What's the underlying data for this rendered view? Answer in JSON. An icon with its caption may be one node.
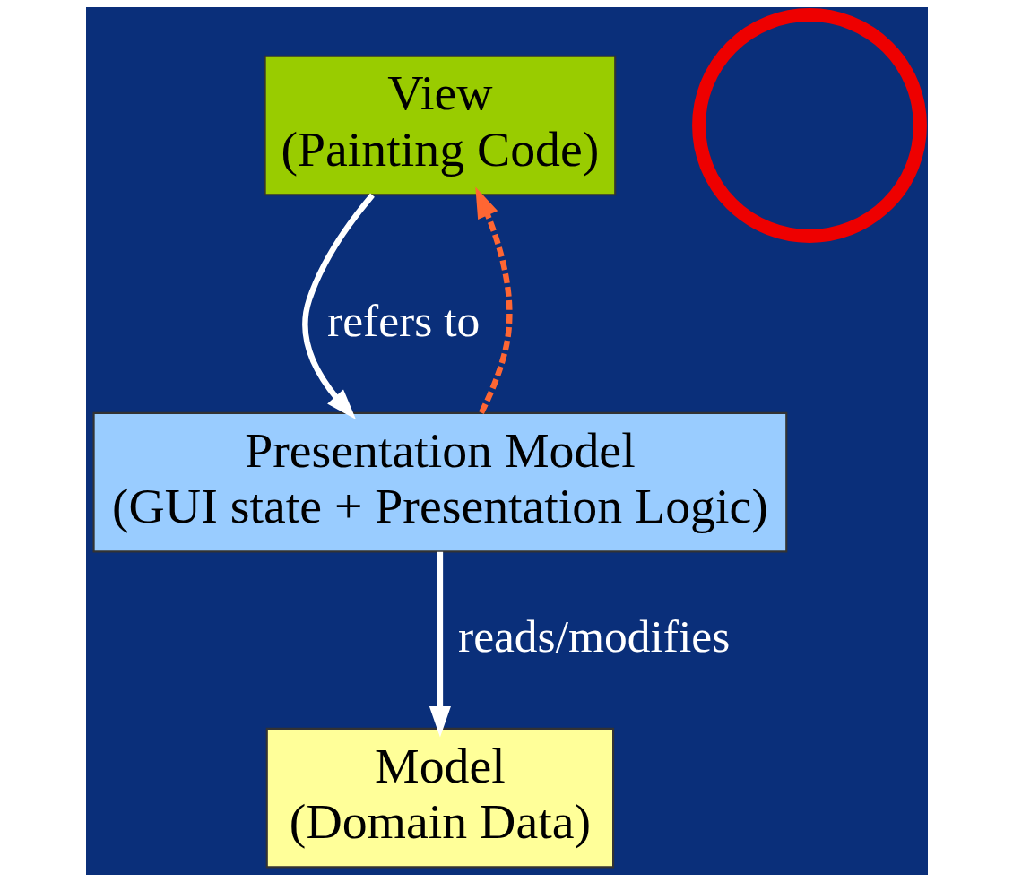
{
  "diagram": {
    "nodes": [
      {
        "text": [
          "View",
          "(Painting Code)"
        ]
      },
      {
        "text": [
          "Presentation Model",
          "(GUI state + Presentation Logic)"
        ]
      },
      {
        "text": [
          "Model",
          "(Domain Data)"
        ]
      },
      {
        "text": [],
        "shape": "circle"
      }
    ],
    "edges": [
      {
        "from": 1,
        "to": 0,
        "arrow": "to",
        "style": "dashed",
        "color": "#ff6633"
      },
      {
        "from": 0,
        "to": 1,
        "arrow": "to",
        "label": "refers to"
      },
      {
        "from": 1,
        "to": 2,
        "arrow": "to",
        "label": "reads/modifies"
      }
    ]
  }
}
